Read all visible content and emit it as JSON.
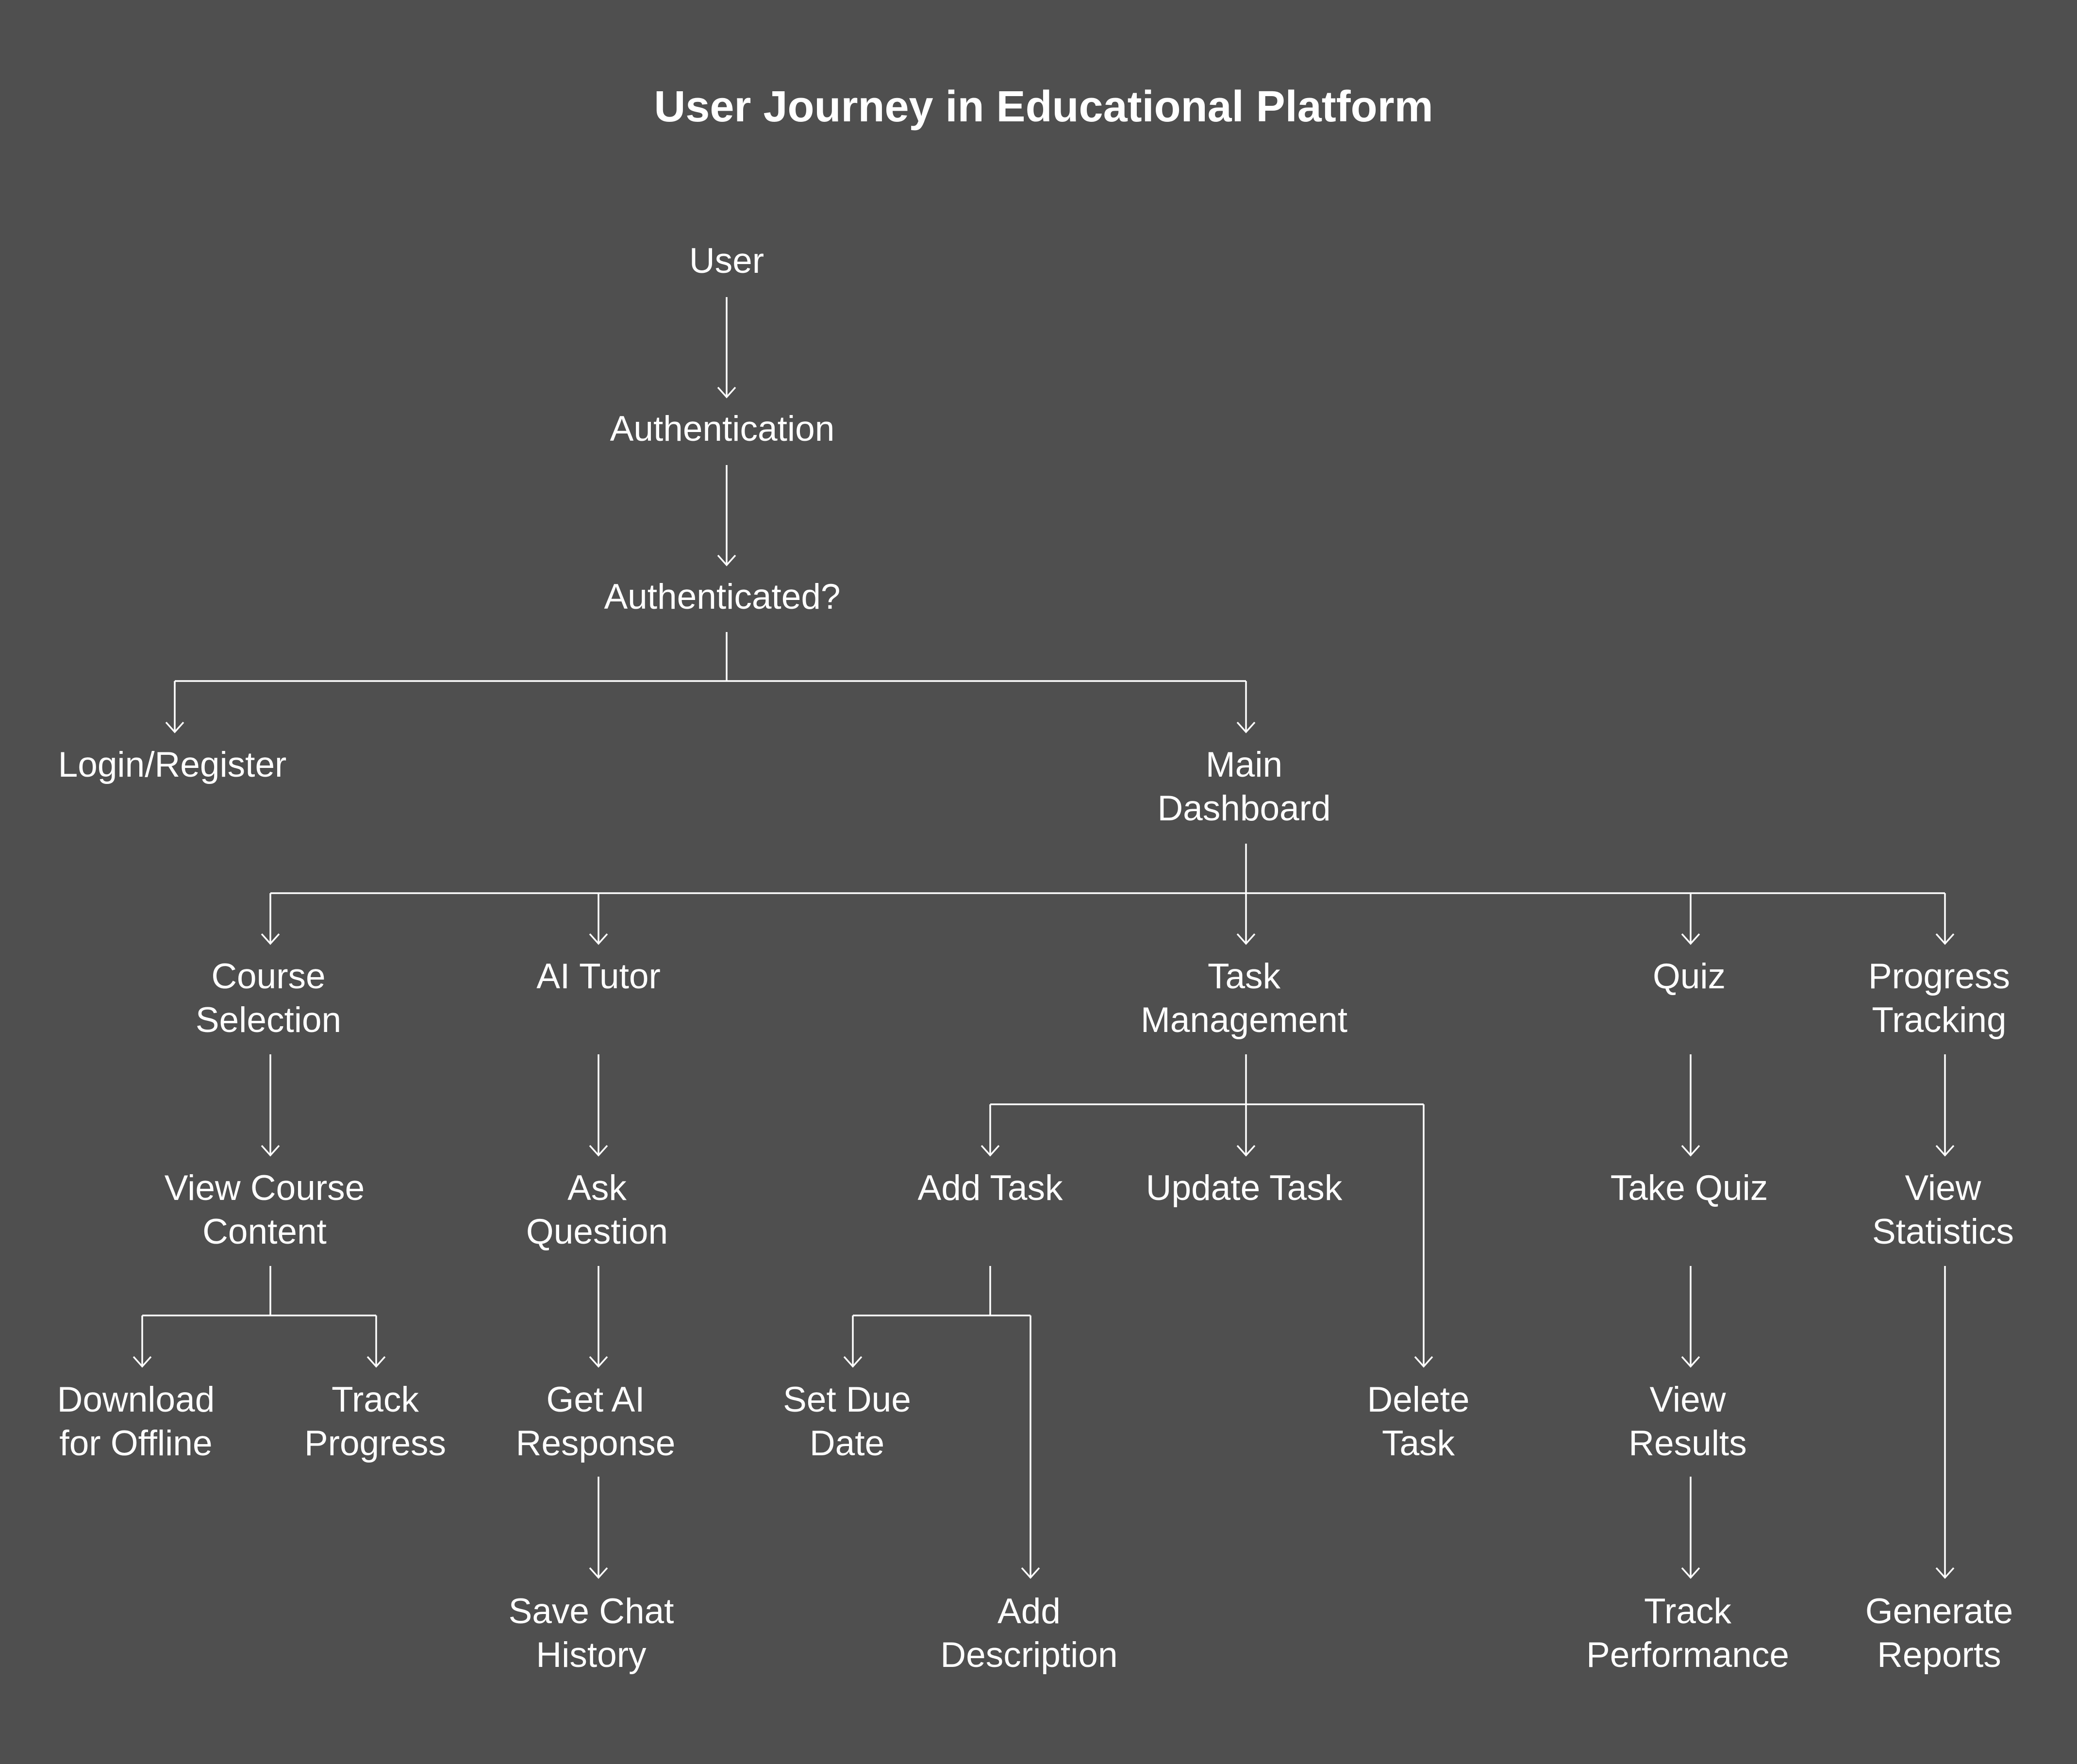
{
  "title": "User Journey in Educational Platform",
  "colors": {
    "background": "#4f4f4f",
    "foreground": "#ffffff"
  },
  "nodes": {
    "user": {
      "lines": [
        "User"
      ]
    },
    "authentication": {
      "lines": [
        "Authentication"
      ]
    },
    "authenticated": {
      "lines": [
        "Authenticated?"
      ]
    },
    "login_register": {
      "lines": [
        "Login/Register"
      ]
    },
    "main_dashboard": {
      "lines": [
        "Main",
        "Dashboard"
      ]
    },
    "course_selection": {
      "lines": [
        "Course",
        "Selection"
      ]
    },
    "ai_tutor": {
      "lines": [
        "AI Tutor"
      ]
    },
    "task_management": {
      "lines": [
        "Task",
        "Management"
      ]
    },
    "quiz": {
      "lines": [
        "Quiz"
      ]
    },
    "progress_tracking": {
      "lines": [
        "Progress",
        "Tracking"
      ]
    },
    "view_course_content": {
      "lines": [
        "View Course",
        "Content"
      ]
    },
    "ask_question": {
      "lines": [
        "Ask",
        "Question"
      ]
    },
    "add_task": {
      "lines": [
        "Add Task"
      ]
    },
    "update_task": {
      "lines": [
        "Update Task"
      ]
    },
    "take_quiz": {
      "lines": [
        "Take Quiz"
      ]
    },
    "view_statistics": {
      "lines": [
        "View",
        "Statistics"
      ]
    },
    "download_offline": {
      "lines": [
        "Download",
        "for Offline"
      ]
    },
    "track_progress": {
      "lines": [
        "Track",
        "Progress"
      ]
    },
    "get_ai_response": {
      "lines": [
        "Get AI",
        "Response"
      ]
    },
    "set_due_date": {
      "lines": [
        "Set Due",
        "Date"
      ]
    },
    "delete_task": {
      "lines": [
        "Delete",
        "Task"
      ]
    },
    "view_results": {
      "lines": [
        "View",
        "Results"
      ]
    },
    "save_chat_history": {
      "lines": [
        "Save Chat",
        "History"
      ]
    },
    "add_description": {
      "lines": [
        "Add",
        "Description"
      ]
    },
    "track_performance": {
      "lines": [
        "Track",
        "Performance"
      ]
    },
    "generate_reports": {
      "lines": [
        "Generate",
        "Reports"
      ]
    }
  },
  "edges": [
    {
      "from": "user",
      "to": "authentication"
    },
    {
      "from": "authentication",
      "to": "authenticated"
    },
    {
      "from": "authenticated",
      "to": "login_register"
    },
    {
      "from": "authenticated",
      "to": "main_dashboard"
    },
    {
      "from": "main_dashboard",
      "to": "course_selection"
    },
    {
      "from": "main_dashboard",
      "to": "ai_tutor"
    },
    {
      "from": "main_dashboard",
      "to": "task_management"
    },
    {
      "from": "main_dashboard",
      "to": "quiz"
    },
    {
      "from": "main_dashboard",
      "to": "progress_tracking"
    },
    {
      "from": "course_selection",
      "to": "view_course_content"
    },
    {
      "from": "view_course_content",
      "to": "download_offline"
    },
    {
      "from": "view_course_content",
      "to": "track_progress"
    },
    {
      "from": "ai_tutor",
      "to": "ask_question"
    },
    {
      "from": "ask_question",
      "to": "get_ai_response"
    },
    {
      "from": "get_ai_response",
      "to": "save_chat_history"
    },
    {
      "from": "task_management",
      "to": "add_task"
    },
    {
      "from": "task_management",
      "to": "update_task"
    },
    {
      "from": "task_management",
      "to": "delete_task"
    },
    {
      "from": "add_task",
      "to": "set_due_date"
    },
    {
      "from": "add_task",
      "to": "add_description"
    },
    {
      "from": "quiz",
      "to": "take_quiz"
    },
    {
      "from": "take_quiz",
      "to": "view_results"
    },
    {
      "from": "view_results",
      "to": "track_performance"
    },
    {
      "from": "progress_tracking",
      "to": "view_statistics"
    },
    {
      "from": "view_statistics",
      "to": "generate_reports"
    }
  ]
}
